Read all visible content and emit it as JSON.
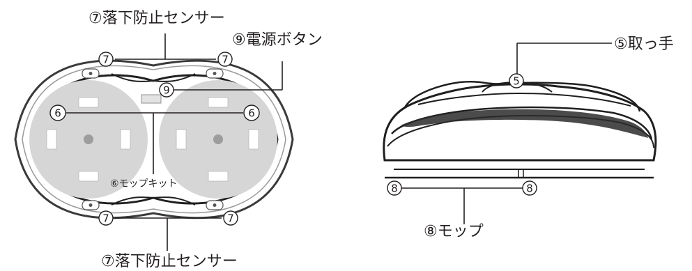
{
  "labels": {
    "cliff_sensor_top": "⑦落下防止センサー",
    "cliff_sensor_bottom": "⑦落下防止センサー",
    "power_button": "⑨電源ボタン",
    "mop_kit": "⑥モップキット",
    "handle": "⑤取っ手",
    "mop": "⑧モップ"
  },
  "markers": {
    "sensor": "7",
    "power": "9",
    "mop_kit": "6",
    "handle": "5",
    "mop": "8"
  }
}
